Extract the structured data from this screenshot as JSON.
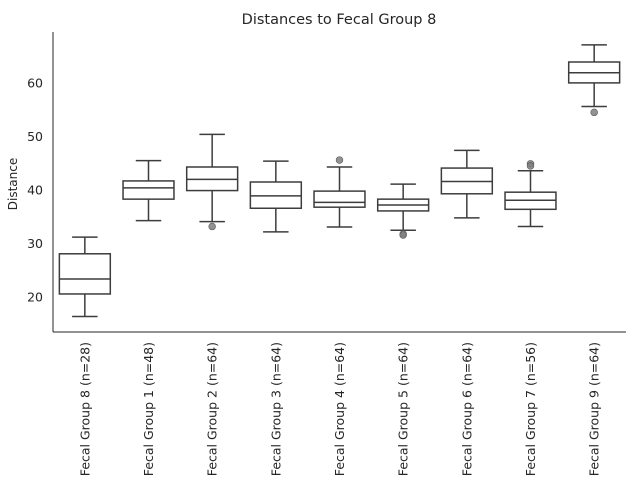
{
  "chart_data": {
    "type": "box",
    "title": "Distances to Fecal Group 8",
    "xlabel": "",
    "ylabel": "Distance",
    "ylim": [
      13.5,
      69.5
    ],
    "yticks": [
      20,
      30,
      40,
      50,
      60
    ],
    "grid": false,
    "colors": {
      "box_edge": "#3d3d3d",
      "box_fill": "#ffffff",
      "outlier": "#7f7f7f",
      "axis": "#262626"
    },
    "categories": [
      "Fecal Group 8 (n=28)",
      "Fecal Group 1 (n=48)",
      "Fecal Group 2 (n=64)",
      "Fecal Group 3 (n=64)",
      "Fecal Group 4 (n=64)",
      "Fecal Group 5 (n=64)",
      "Fecal Group 6 (n=64)",
      "Fecal Group 7 (n=56)",
      "Fecal Group 9 (n=64)"
    ],
    "boxes": [
      {
        "whislo": 16.4,
        "q1": 20.6,
        "med": 23.4,
        "q3": 28.1,
        "whishi": 31.2,
        "fliers": []
      },
      {
        "whislo": 34.3,
        "q1": 38.3,
        "med": 40.4,
        "q3": 41.7,
        "whishi": 45.5,
        "fliers": []
      },
      {
        "whislo": 34.1,
        "q1": 39.9,
        "med": 42.0,
        "q3": 44.3,
        "whishi": 50.4,
        "fliers": [
          33.2
        ]
      },
      {
        "whislo": 32.2,
        "q1": 36.6,
        "med": 38.9,
        "q3": 41.5,
        "whishi": 45.4,
        "fliers": []
      },
      {
        "whislo": 33.1,
        "q1": 36.8,
        "med": 37.7,
        "q3": 39.8,
        "whishi": 44.3,
        "fliers": [
          45.6
        ]
      },
      {
        "whislo": 32.5,
        "q1": 36.1,
        "med": 37.2,
        "q3": 38.3,
        "whishi": 41.1,
        "fliers": [
          31.8,
          31.6
        ]
      },
      {
        "whislo": 34.8,
        "q1": 39.3,
        "med": 41.6,
        "q3": 44.1,
        "whishi": 47.4,
        "fliers": []
      },
      {
        "whislo": 33.2,
        "q1": 36.4,
        "med": 38.1,
        "q3": 39.6,
        "whishi": 43.6,
        "fliers": [
          44.9,
          44.5
        ]
      },
      {
        "whislo": 55.6,
        "q1": 60.0,
        "med": 61.9,
        "q3": 63.9,
        "whishi": 67.1,
        "fliers": [
          54.5
        ]
      }
    ]
  }
}
